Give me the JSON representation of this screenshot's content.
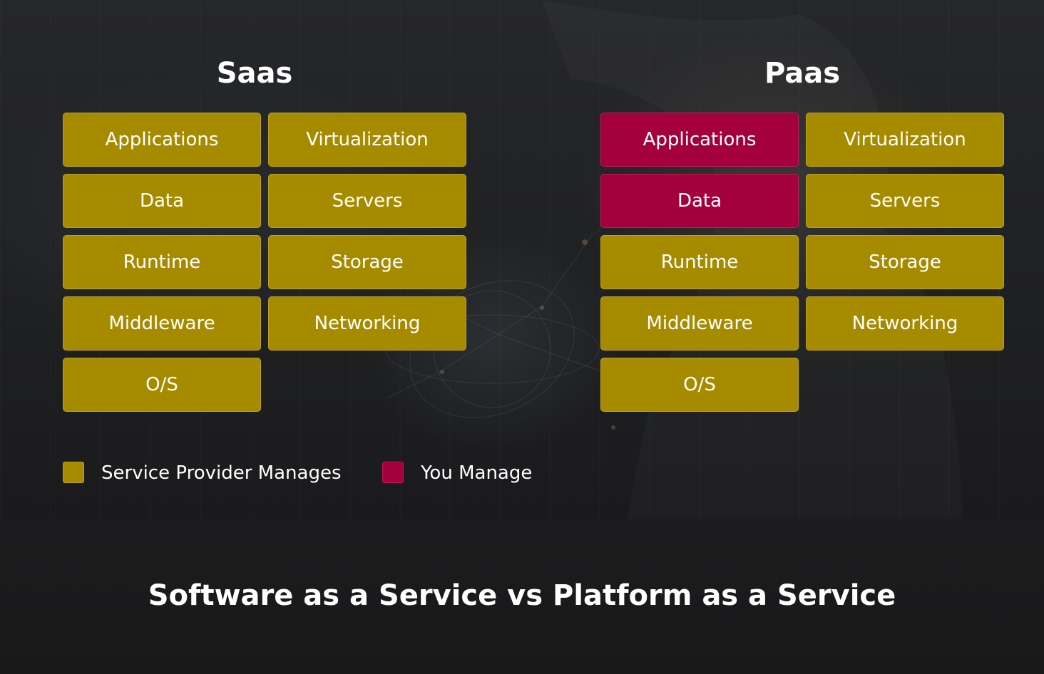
{
  "columns": [
    {
      "title": "Saas",
      "tiles": [
        {
          "label": "Applications",
          "managed_by": "provider"
        },
        {
          "label": "Virtualization",
          "managed_by": "provider"
        },
        {
          "label": "Data",
          "managed_by": "provider"
        },
        {
          "label": "Servers",
          "managed_by": "provider"
        },
        {
          "label": "Runtime",
          "managed_by": "provider"
        },
        {
          "label": "Storage",
          "managed_by": "provider"
        },
        {
          "label": "Middleware",
          "managed_by": "provider"
        },
        {
          "label": "Networking",
          "managed_by": "provider"
        },
        {
          "label": "O/S",
          "managed_by": "provider"
        }
      ]
    },
    {
      "title": "Paas",
      "tiles": [
        {
          "label": "Applications",
          "managed_by": "you"
        },
        {
          "label": "Virtualization",
          "managed_by": "provider"
        },
        {
          "label": "Data",
          "managed_by": "you"
        },
        {
          "label": "Servers",
          "managed_by": "provider"
        },
        {
          "label": "Runtime",
          "managed_by": "provider"
        },
        {
          "label": "Storage",
          "managed_by": "provider"
        },
        {
          "label": "Middleware",
          "managed_by": "provider"
        },
        {
          "label": "Networking",
          "managed_by": "provider"
        },
        {
          "label": "O/S",
          "managed_by": "provider"
        }
      ]
    }
  ],
  "legend": {
    "provider": {
      "label": "Service Provider Manages",
      "color": "#a68b00"
    },
    "you": {
      "label": "You Manage",
      "color": "#a3003d"
    }
  },
  "caption": "Software as a Service vs Platform as a Service",
  "colors": {
    "background": "#1b1b1d",
    "text": "#ffffff"
  }
}
